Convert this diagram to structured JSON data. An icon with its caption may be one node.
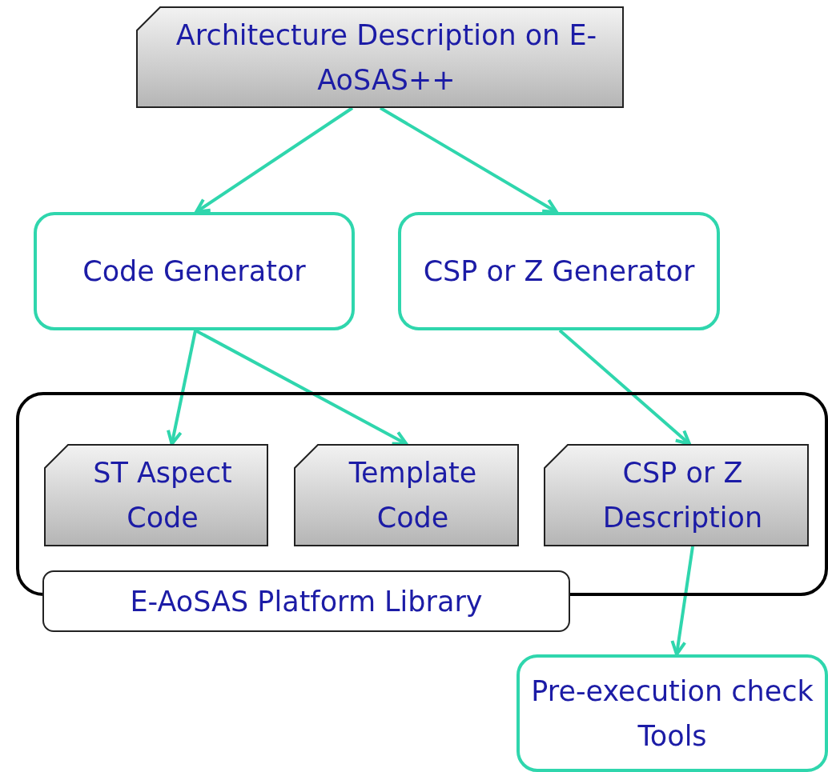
{
  "diagram": {
    "nodes": [
      {
        "text": [
          "Architecture Description on E-AoSAS++"
        ]
      },
      {
        "text": [
          "Code Generator"
        ]
      },
      {
        "text": [
          "CSP or Z Generator"
        ]
      },
      {
        "text": [
          "E-AoSAS Platform Library"
        ]
      },
      {
        "text": [
          "ST Aspect Code"
        ],
        "in": 3
      },
      {
        "text": [
          "Template Code"
        ],
        "in": 3
      },
      {
        "text": [
          "CSP or Z Description"
        ],
        "in": 3
      },
      {
        "text": [
          "Pre-execution check Tools"
        ]
      }
    ],
    "edges": [
      {
        "from": 0,
        "to": 1,
        "arrow": "to"
      },
      {
        "from": 0,
        "to": 2,
        "arrow": "to"
      },
      {
        "from": 1,
        "to": 4,
        "arrow": "to"
      },
      {
        "from": 1,
        "to": 5,
        "arrow": "to"
      },
      {
        "from": 2,
        "to": 6,
        "arrow": "to"
      },
      {
        "from": 6,
        "to": 7,
        "arrow": "to"
      }
    ]
  }
}
